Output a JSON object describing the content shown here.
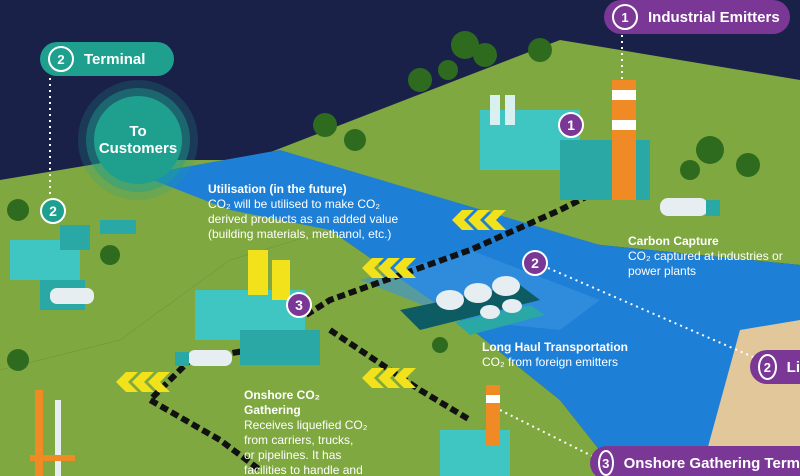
{
  "stages": {
    "industrial_emitters": {
      "number": "1",
      "label": "Industrial Emitters"
    },
    "terminal": {
      "number": "2",
      "label": "Terminal"
    },
    "liquefaction": {
      "number": "2",
      "label": "Li"
    },
    "onshore_gathering_terminal": {
      "number": "3",
      "label": "Onshore Gathering Term"
    }
  },
  "markers": {
    "capture": "1",
    "transport": "2",
    "terminal_left": "2",
    "gathering": "3"
  },
  "to_customers": "To Customers",
  "utilisation": {
    "heading": "Utilisation (in the future)",
    "line1": "CO₂ will be utilised to make CO₂",
    "line2": "derived products as an added value",
    "line3": "(building materials, methanol, etc.)"
  },
  "carbon_capture": {
    "heading": "Carbon Capture",
    "line1": "CO₂ captured at industries or",
    "line2": "power plants"
  },
  "long_haul": {
    "heading": "Long Haul Transportation",
    "line1": "CO₂ from foreign emitters"
  },
  "onshore_gathering": {
    "heading1": "Onshore CO₂",
    "heading2": "Gathering",
    "line1": "Receives liquefied CO₂",
    "line2": "from carriers, trucks,",
    "line3": "or pipelines. It has",
    "line4": "facilities to handle and"
  },
  "colors": {
    "night": "#1a2149",
    "land": "#7fa840",
    "water": "#1e7fd6",
    "teal": "#1fa08f",
    "purple": "#7a3795"
  }
}
